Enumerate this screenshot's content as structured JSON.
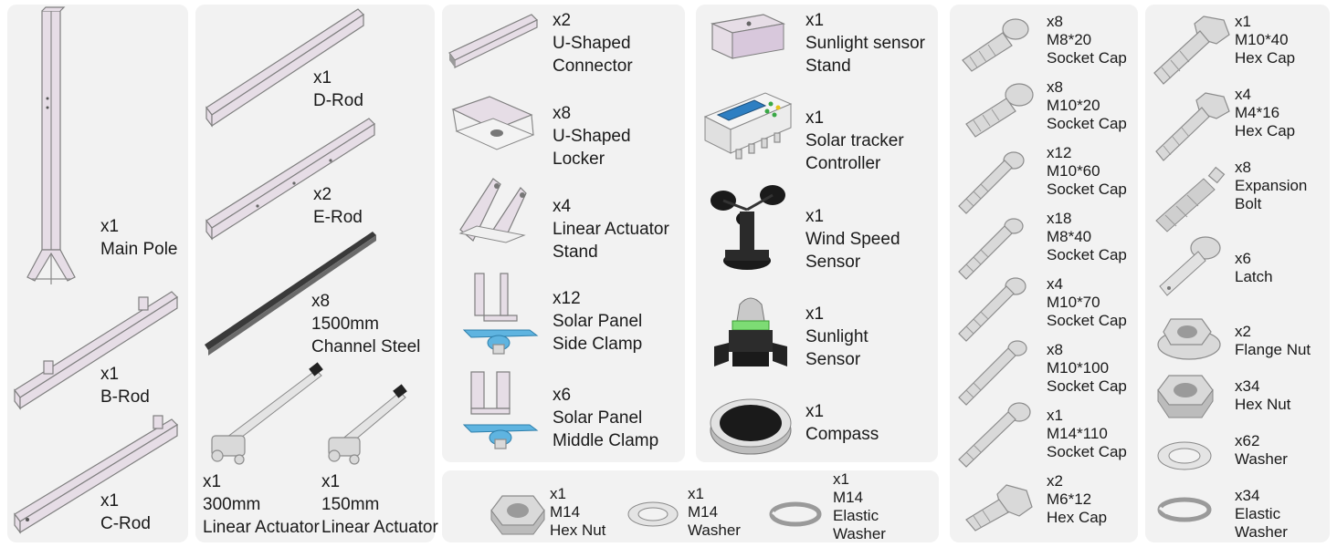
{
  "colors": {
    "panel_bg": "#f2f2f2",
    "part_fill": "#e6dde6",
    "metal": "#d9d9d9",
    "clamp_blue": "#5fb4e0",
    "text": "#1a1a1a"
  },
  "parts": {
    "main_pole": {
      "qty": "x1",
      "name": [
        "Main Pole"
      ]
    },
    "b_rod": {
      "qty": "x1",
      "name": [
        "B-Rod"
      ]
    },
    "c_rod": {
      "qty": "x1",
      "name": [
        "C-Rod"
      ]
    },
    "d_rod": {
      "qty": "x1",
      "name": [
        "D-Rod"
      ]
    },
    "e_rod": {
      "qty": "x2",
      "name": [
        "E-Rod"
      ]
    },
    "channel_steel": {
      "qty": "x8",
      "name": [
        "1500mm",
        "Channel Steel"
      ]
    },
    "actuator_300": {
      "qty": "x1",
      "name": [
        "300mm",
        "Linear Actuator"
      ]
    },
    "actuator_150": {
      "qty": "x1",
      "name": [
        "150mm",
        "Linear Actuator"
      ]
    },
    "u_connector": {
      "qty": "x2",
      "name": [
        "U-Shaped",
        "Connector"
      ]
    },
    "u_locker": {
      "qty": "x8",
      "name": [
        "U-Shaped",
        "Locker"
      ]
    },
    "actuator_stand": {
      "qty": "x4",
      "name": [
        "Linear Actuator",
        "Stand"
      ]
    },
    "side_clamp": {
      "qty": "x12",
      "name": [
        "Solar Panel",
        "Side Clamp"
      ]
    },
    "middle_clamp": {
      "qty": "x6",
      "name": [
        "Solar Panel",
        "Middle Clamp"
      ]
    },
    "sunlight_stand": {
      "qty": "x1",
      "name": [
        "Sunlight sensor",
        "Stand"
      ]
    },
    "controller": {
      "qty": "x1",
      "name": [
        "Solar tracker",
        "Controller"
      ]
    },
    "wind_sensor": {
      "qty": "x1",
      "name": [
        "Wind Speed",
        "Sensor"
      ]
    },
    "sunlight_sensor": {
      "qty": "x1",
      "name": [
        "Sunlight",
        "Sensor"
      ]
    },
    "compass": {
      "qty": "x1",
      "name": [
        "Compass"
      ]
    },
    "m14_hex_nut": {
      "qty": "x1",
      "name": [
        "M14",
        "Hex Nut"
      ]
    },
    "m14_washer": {
      "qty": "x1",
      "name": [
        "M14",
        "Washer"
      ]
    },
    "m14_elastic": {
      "qty": "x1",
      "name": [
        "M14",
        "Elastic",
        "Washer"
      ]
    },
    "m8_20": {
      "qty": "x8",
      "name": [
        "M8*20",
        "Socket Cap"
      ]
    },
    "m10_20": {
      "qty": "x8",
      "name": [
        "M10*20",
        "Socket Cap"
      ]
    },
    "m10_60": {
      "qty": "x12",
      "name": [
        "M10*60",
        "Socket Cap"
      ]
    },
    "m8_40": {
      "qty": "x18",
      "name": [
        "M8*40",
        "Socket Cap"
      ]
    },
    "m10_70": {
      "qty": "x4",
      "name": [
        "M10*70",
        "Socket Cap"
      ]
    },
    "m10_100": {
      "qty": "x8",
      "name": [
        "M10*100",
        "Socket Cap"
      ]
    },
    "m14_110": {
      "qty": "x1",
      "name": [
        "M14*110",
        "Socket Cap"
      ]
    },
    "m6_12": {
      "qty": "x2",
      "name": [
        "M6*12",
        "Hex Cap"
      ]
    },
    "m10_40_hex": {
      "qty": "x1",
      "name": [
        "M10*40",
        "Hex Cap"
      ]
    },
    "m4_16_hex": {
      "qty": "x4",
      "name": [
        "M4*16",
        "Hex Cap"
      ]
    },
    "expansion_bolt": {
      "qty": "x8",
      "name": [
        "Expansion",
        "Bolt"
      ]
    },
    "latch": {
      "qty": "x6",
      "name": [
        "Latch"
      ]
    },
    "flange_nut": {
      "qty": "x2",
      "name": [
        "Flange Nut"
      ]
    },
    "hex_nut": {
      "qty": "x34",
      "name": [
        "Hex Nut"
      ]
    },
    "washer": {
      "qty": "x62",
      "name": [
        "Washer"
      ]
    },
    "elastic_washer": {
      "qty": "x34",
      "name": [
        "Elastic",
        "Washer"
      ]
    }
  }
}
